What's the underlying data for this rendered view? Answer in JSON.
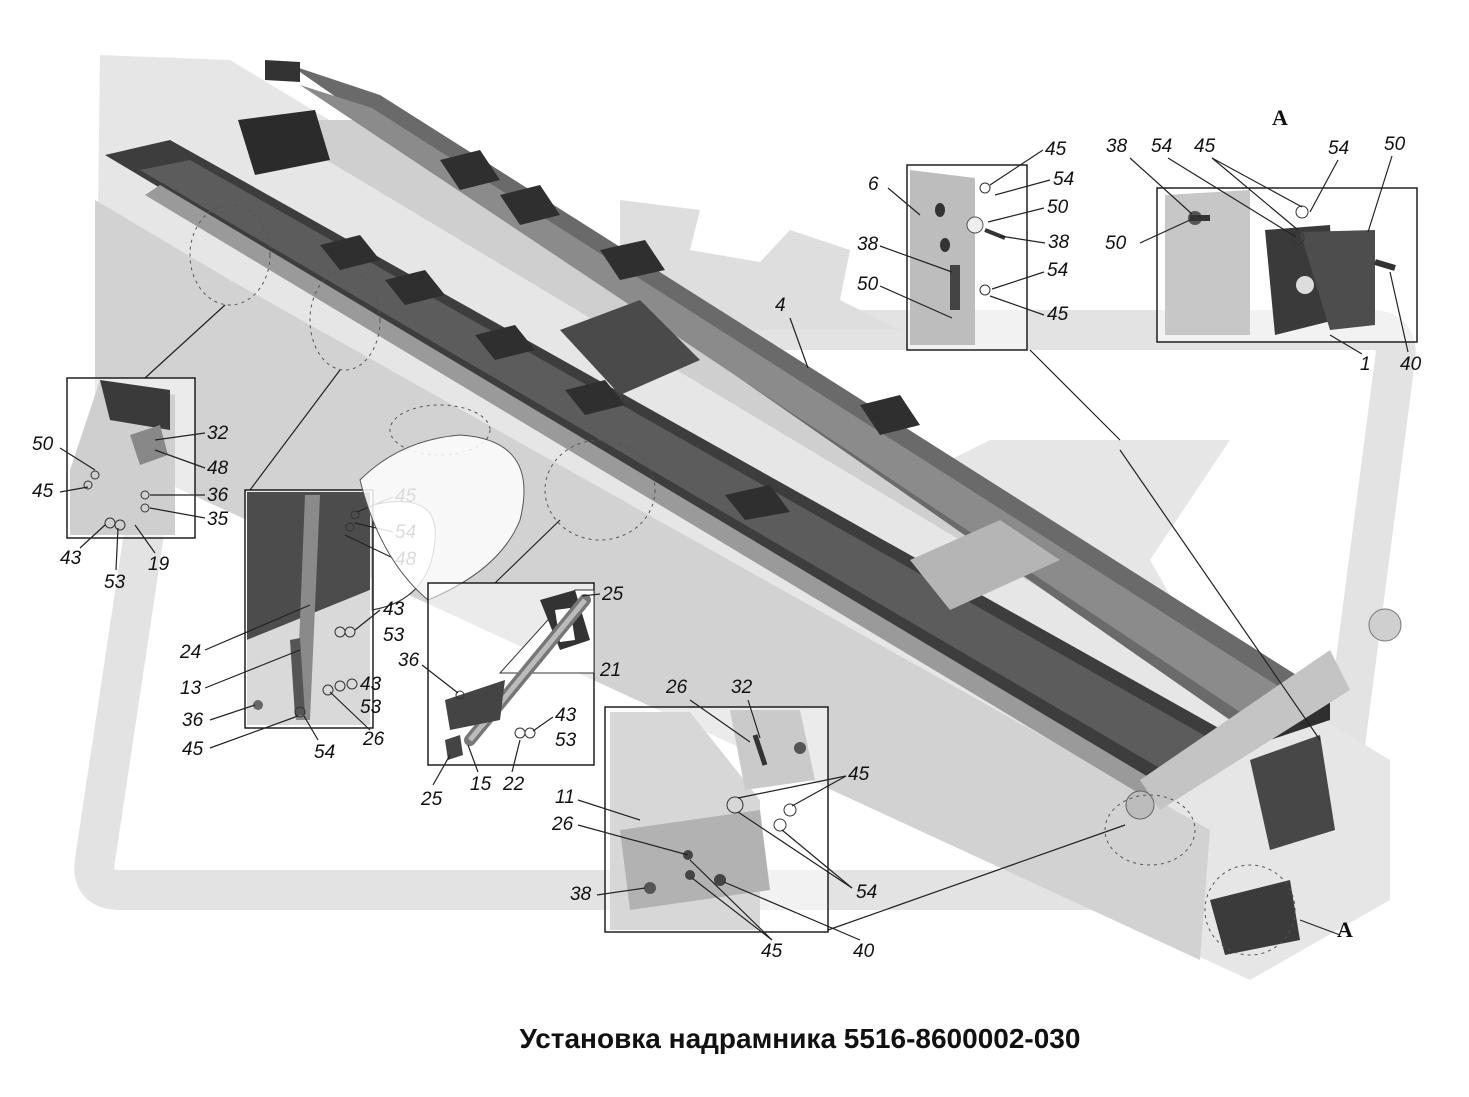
{
  "caption": "Установка надрамника 5516-8600002-030",
  "view_letter": "А",
  "view_letter_bottom": "А",
  "colors": {
    "watermark": "#dcdcdc",
    "beam_dark": "#3a3a3a",
    "frame_light": "#d4d4d4",
    "line": "#111111"
  },
  "main_callouts": {
    "4": "4"
  },
  "detail_top_center": {
    "labels": [
      "45",
      "54",
      "6",
      "50",
      "38",
      "38",
      "54",
      "50",
      "45"
    ]
  },
  "detail_view_a": {
    "labels": [
      "38",
      "54",
      "45",
      "54",
      "50",
      "50",
      "1",
      "40"
    ]
  },
  "detail_left_small": {
    "labels": [
      "50",
      "45",
      "32",
      "48",
      "36",
      "35",
      "43",
      "53",
      "19"
    ]
  },
  "detail_left_mid": {
    "labels": [
      "45",
      "54",
      "48",
      "43",
      "53",
      "24",
      "13",
      "43",
      "53",
      "36",
      "26",
      "45",
      "54"
    ]
  },
  "detail_center": {
    "labels": [
      "25",
      "21",
      "36",
      "43",
      "53",
      "25",
      "15",
      "22"
    ]
  },
  "detail_bottom": {
    "labels": [
      "26",
      "32",
      "45",
      "11",
      "26",
      "54",
      "38",
      "45",
      "40"
    ]
  }
}
